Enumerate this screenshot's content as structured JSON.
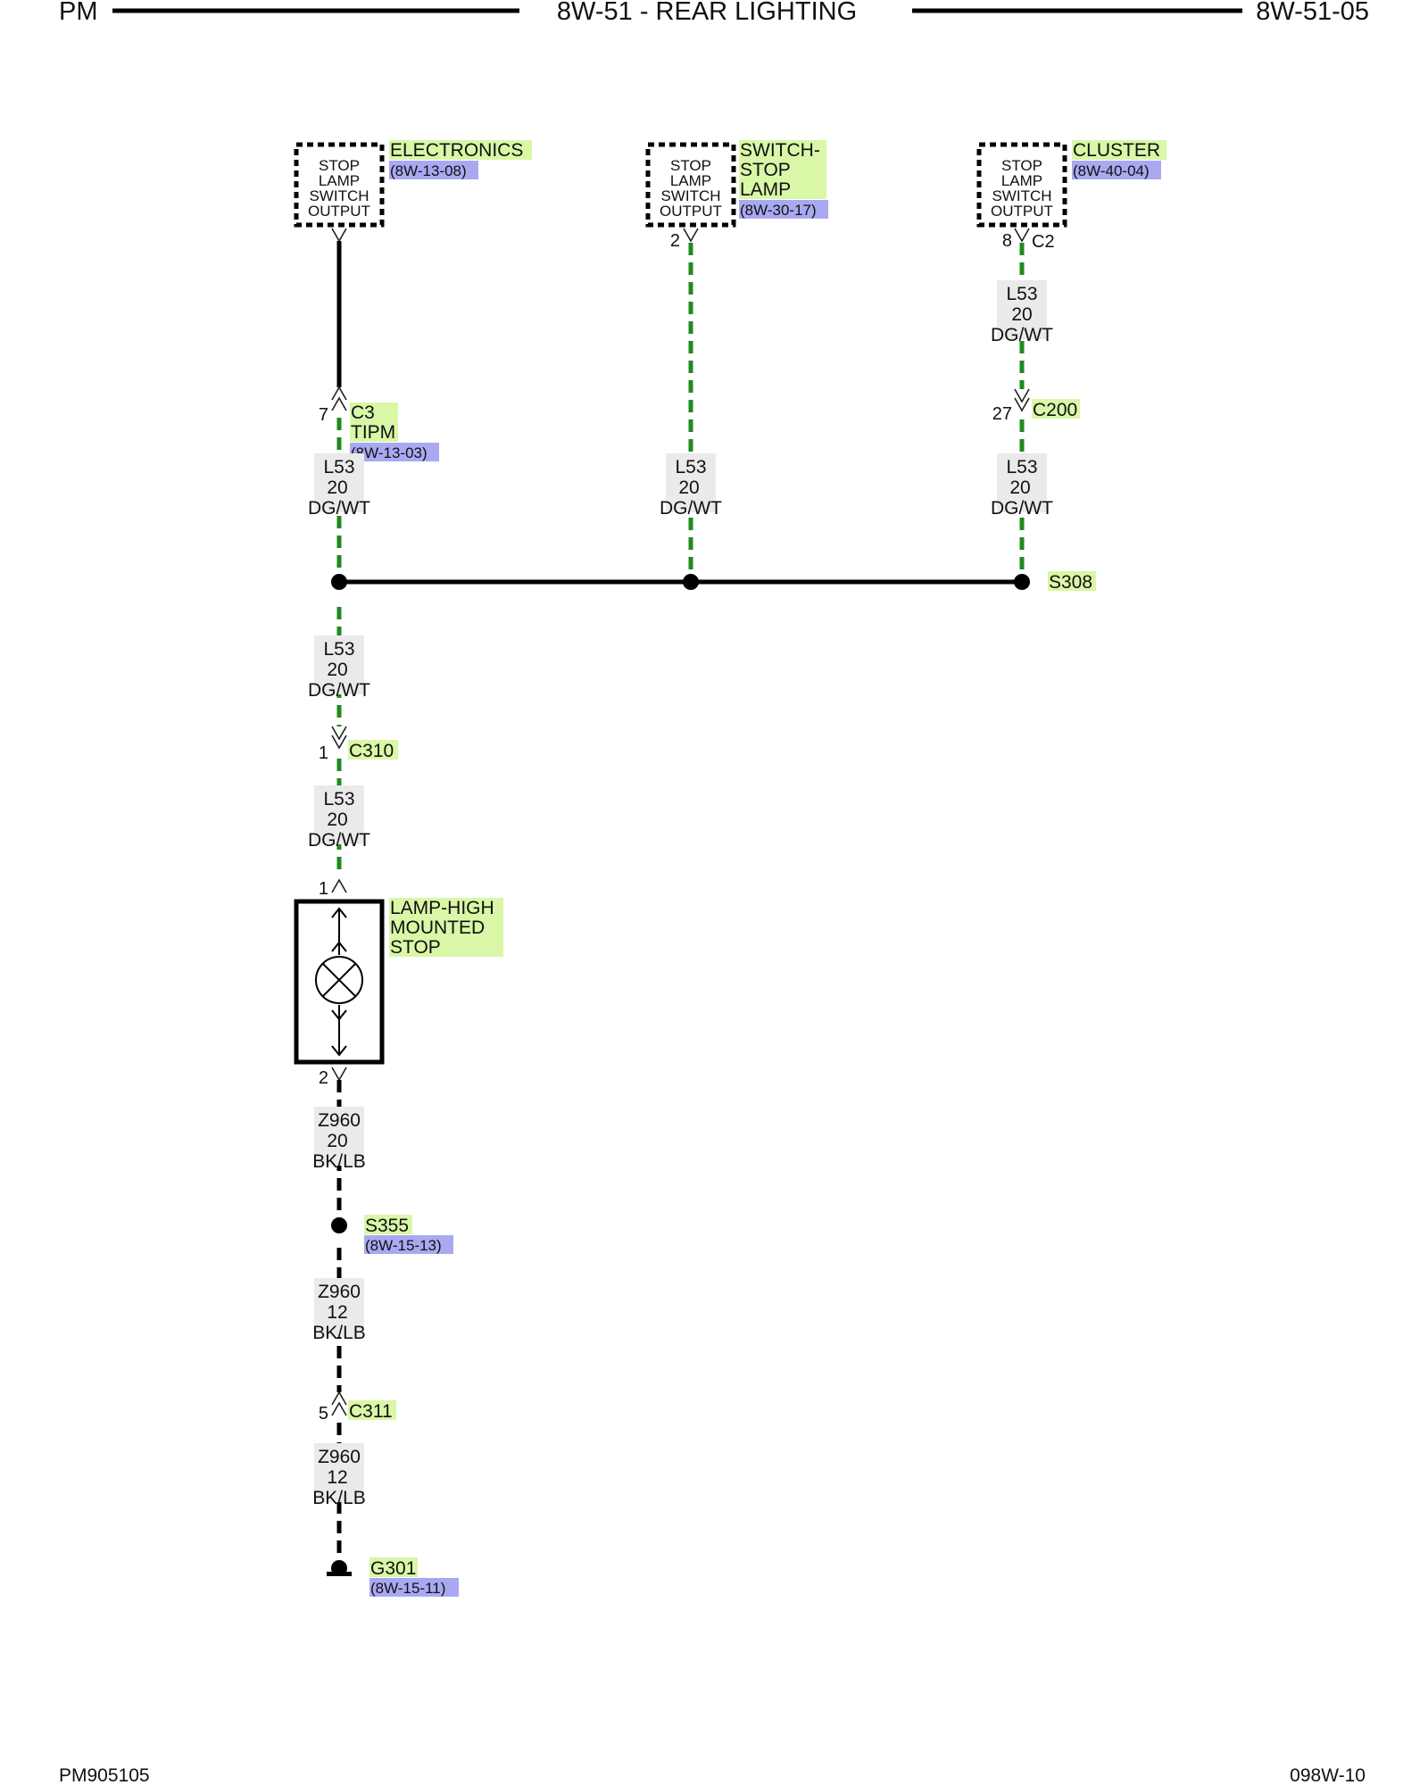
{
  "header": {
    "left": "PM",
    "title": "8W-51 - REAR LIGHTING",
    "right": "8W-51-05"
  },
  "footer": {
    "left": "PM905105",
    "right": "098W-10"
  },
  "components": {
    "electronics": {
      "box_lines": [
        "STOP",
        "LAMP",
        "SWITCH",
        "OUTPUT"
      ],
      "name": "ELECTRONICS",
      "ref": "(8W-13-08)"
    },
    "switch_stop_lamp": {
      "box_lines": [
        "STOP",
        "LAMP",
        "SWITCH",
        "OUTPUT"
      ],
      "name_lines": [
        "SWITCH-",
        "STOP",
        "LAMP"
      ],
      "ref": "(8W-30-17)",
      "pin": "2"
    },
    "cluster": {
      "box_lines": [
        "STOP",
        "LAMP",
        "SWITCH",
        "OUTPUT"
      ],
      "name": "CLUSTER",
      "ref": "(8W-40-04)",
      "pin": "8",
      "connector": "C2"
    },
    "lamp": {
      "name_lines": [
        "LAMP-HIGH",
        "MOUNTED",
        "STOP"
      ],
      "pin_top": "1",
      "pin_bottom": "2"
    }
  },
  "connectors": {
    "c3": {
      "pin": "7",
      "name_lines": [
        "C3",
        "TIPM"
      ],
      "ref": "(8W-13-03)"
    },
    "c200": {
      "pin": "27",
      "name": "C200"
    },
    "c310": {
      "pin": "1",
      "name": "C310"
    },
    "c311": {
      "pin": "5",
      "name": "C311"
    }
  },
  "splices": {
    "s308": {
      "name": "S308"
    },
    "s355": {
      "name": "S355",
      "ref": "(8W-15-13)"
    }
  },
  "ground": {
    "name": "G301",
    "ref": "(8W-15-11)"
  },
  "wires": {
    "cluster_top": [
      "L53",
      "20",
      "DG/WT"
    ],
    "left_upper": [
      "L53",
      "20",
      "DG/WT"
    ],
    "middle": [
      "L53",
      "20",
      "DG/WT"
    ],
    "right_lower": [
      "L53",
      "20",
      "DG/WT"
    ],
    "left_mid": [
      "L53",
      "20",
      "DG/WT"
    ],
    "left_low": [
      "L53",
      "20",
      "DG/WT"
    ],
    "ground_1": [
      "Z960",
      "20",
      "BK/LB"
    ],
    "ground_2": [
      "Z960",
      "12",
      "BK/LB"
    ],
    "ground_3": [
      "Z960",
      "12",
      "BK/LB"
    ]
  },
  "colors": {
    "wire_dg_wt": "#1f8a1f",
    "wire_bk": "#000000",
    "label_highlight": "#d9f7a6",
    "ref_highlight": "#a9a9f2"
  }
}
